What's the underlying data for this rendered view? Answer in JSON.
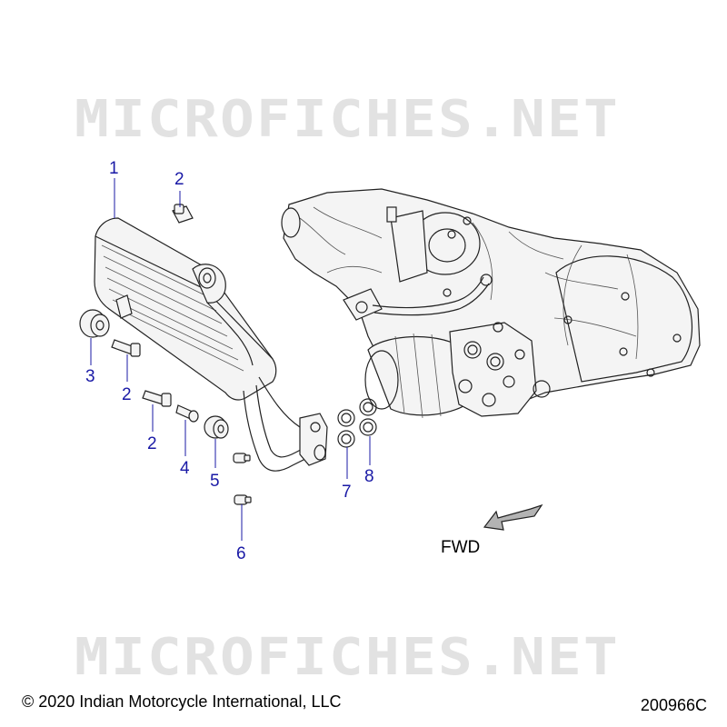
{
  "watermark": {
    "top": "MICROFICHES.NET",
    "bottom": "MICROFICHES.NET"
  },
  "callouts": [
    {
      "id": "c1",
      "label": "1"
    },
    {
      "id": "c2a",
      "label": "2"
    },
    {
      "id": "c2b",
      "label": "2"
    },
    {
      "id": "c2c",
      "label": "2"
    },
    {
      "id": "c3",
      "label": "3"
    },
    {
      "id": "c4",
      "label": "4"
    },
    {
      "id": "c5",
      "label": "5"
    },
    {
      "id": "c6",
      "label": "6"
    },
    {
      "id": "c7",
      "label": "7"
    },
    {
      "id": "c8",
      "label": "8"
    }
  ],
  "direction": {
    "label": "FWD"
  },
  "footer": {
    "copyright": "© 2020 Indian Motorcycle International, LLC",
    "drawing_id": "200966C"
  }
}
